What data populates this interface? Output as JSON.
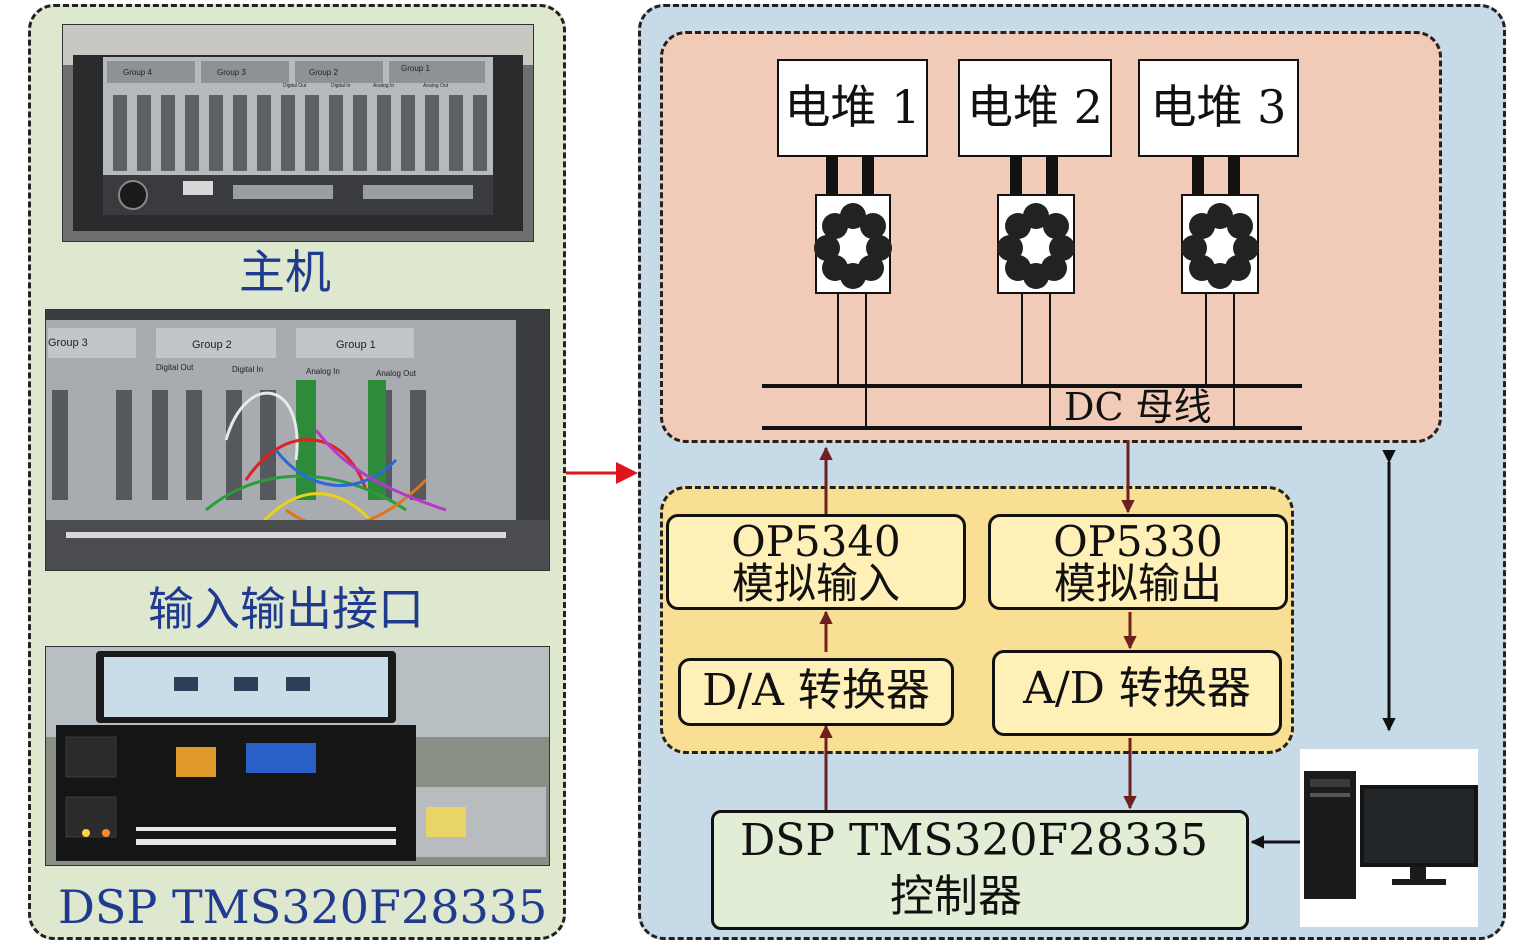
{
  "left_panel": {
    "photos": [
      {
        "caption": "主机",
        "group_labels": [
          "Group 4",
          "Group 3",
          "Group 2",
          "Group 1"
        ],
        "module_labels": [
          "Digital Out",
          "Digital In",
          "Analog In",
          "Analog Out"
        ]
      },
      {
        "caption": "输入输出接口",
        "group_labels": [
          "Group 3",
          "Group 2",
          "Group 1"
        ],
        "module_labels": [
          "Digital Out",
          "Digital In",
          "Analog In",
          "Analog Out"
        ]
      },
      {
        "caption": "DSP TMS320F28335"
      }
    ]
  },
  "right_panel": {
    "stacks": [
      "电堆 1",
      "电堆 2",
      "电堆 3"
    ],
    "dc_bus_label": "DC 母线",
    "op5340": {
      "line1": "OP5340",
      "line2": "模拟输入"
    },
    "op5330": {
      "line1": "OP5330",
      "line2": "模拟输出"
    },
    "da_converter": "D/A 转换器",
    "ad_converter": "A/D 转换器",
    "dsp_controller": {
      "line1": "DSP TMS320F28335",
      "line2": "控制器"
    }
  },
  "colors": {
    "left_panel_bg": "#dde8cf",
    "right_panel_bg": "#c6dae8",
    "stack_area": "#f2cbb8",
    "io_area": "#f9df93",
    "module_fill": "#fff0b8",
    "dsp_fill": "#e2edd6",
    "arrow_dark_red": "#6e1f1f",
    "arrow_red": "#e0141b",
    "caption_blue": "#1f3a8f"
  }
}
